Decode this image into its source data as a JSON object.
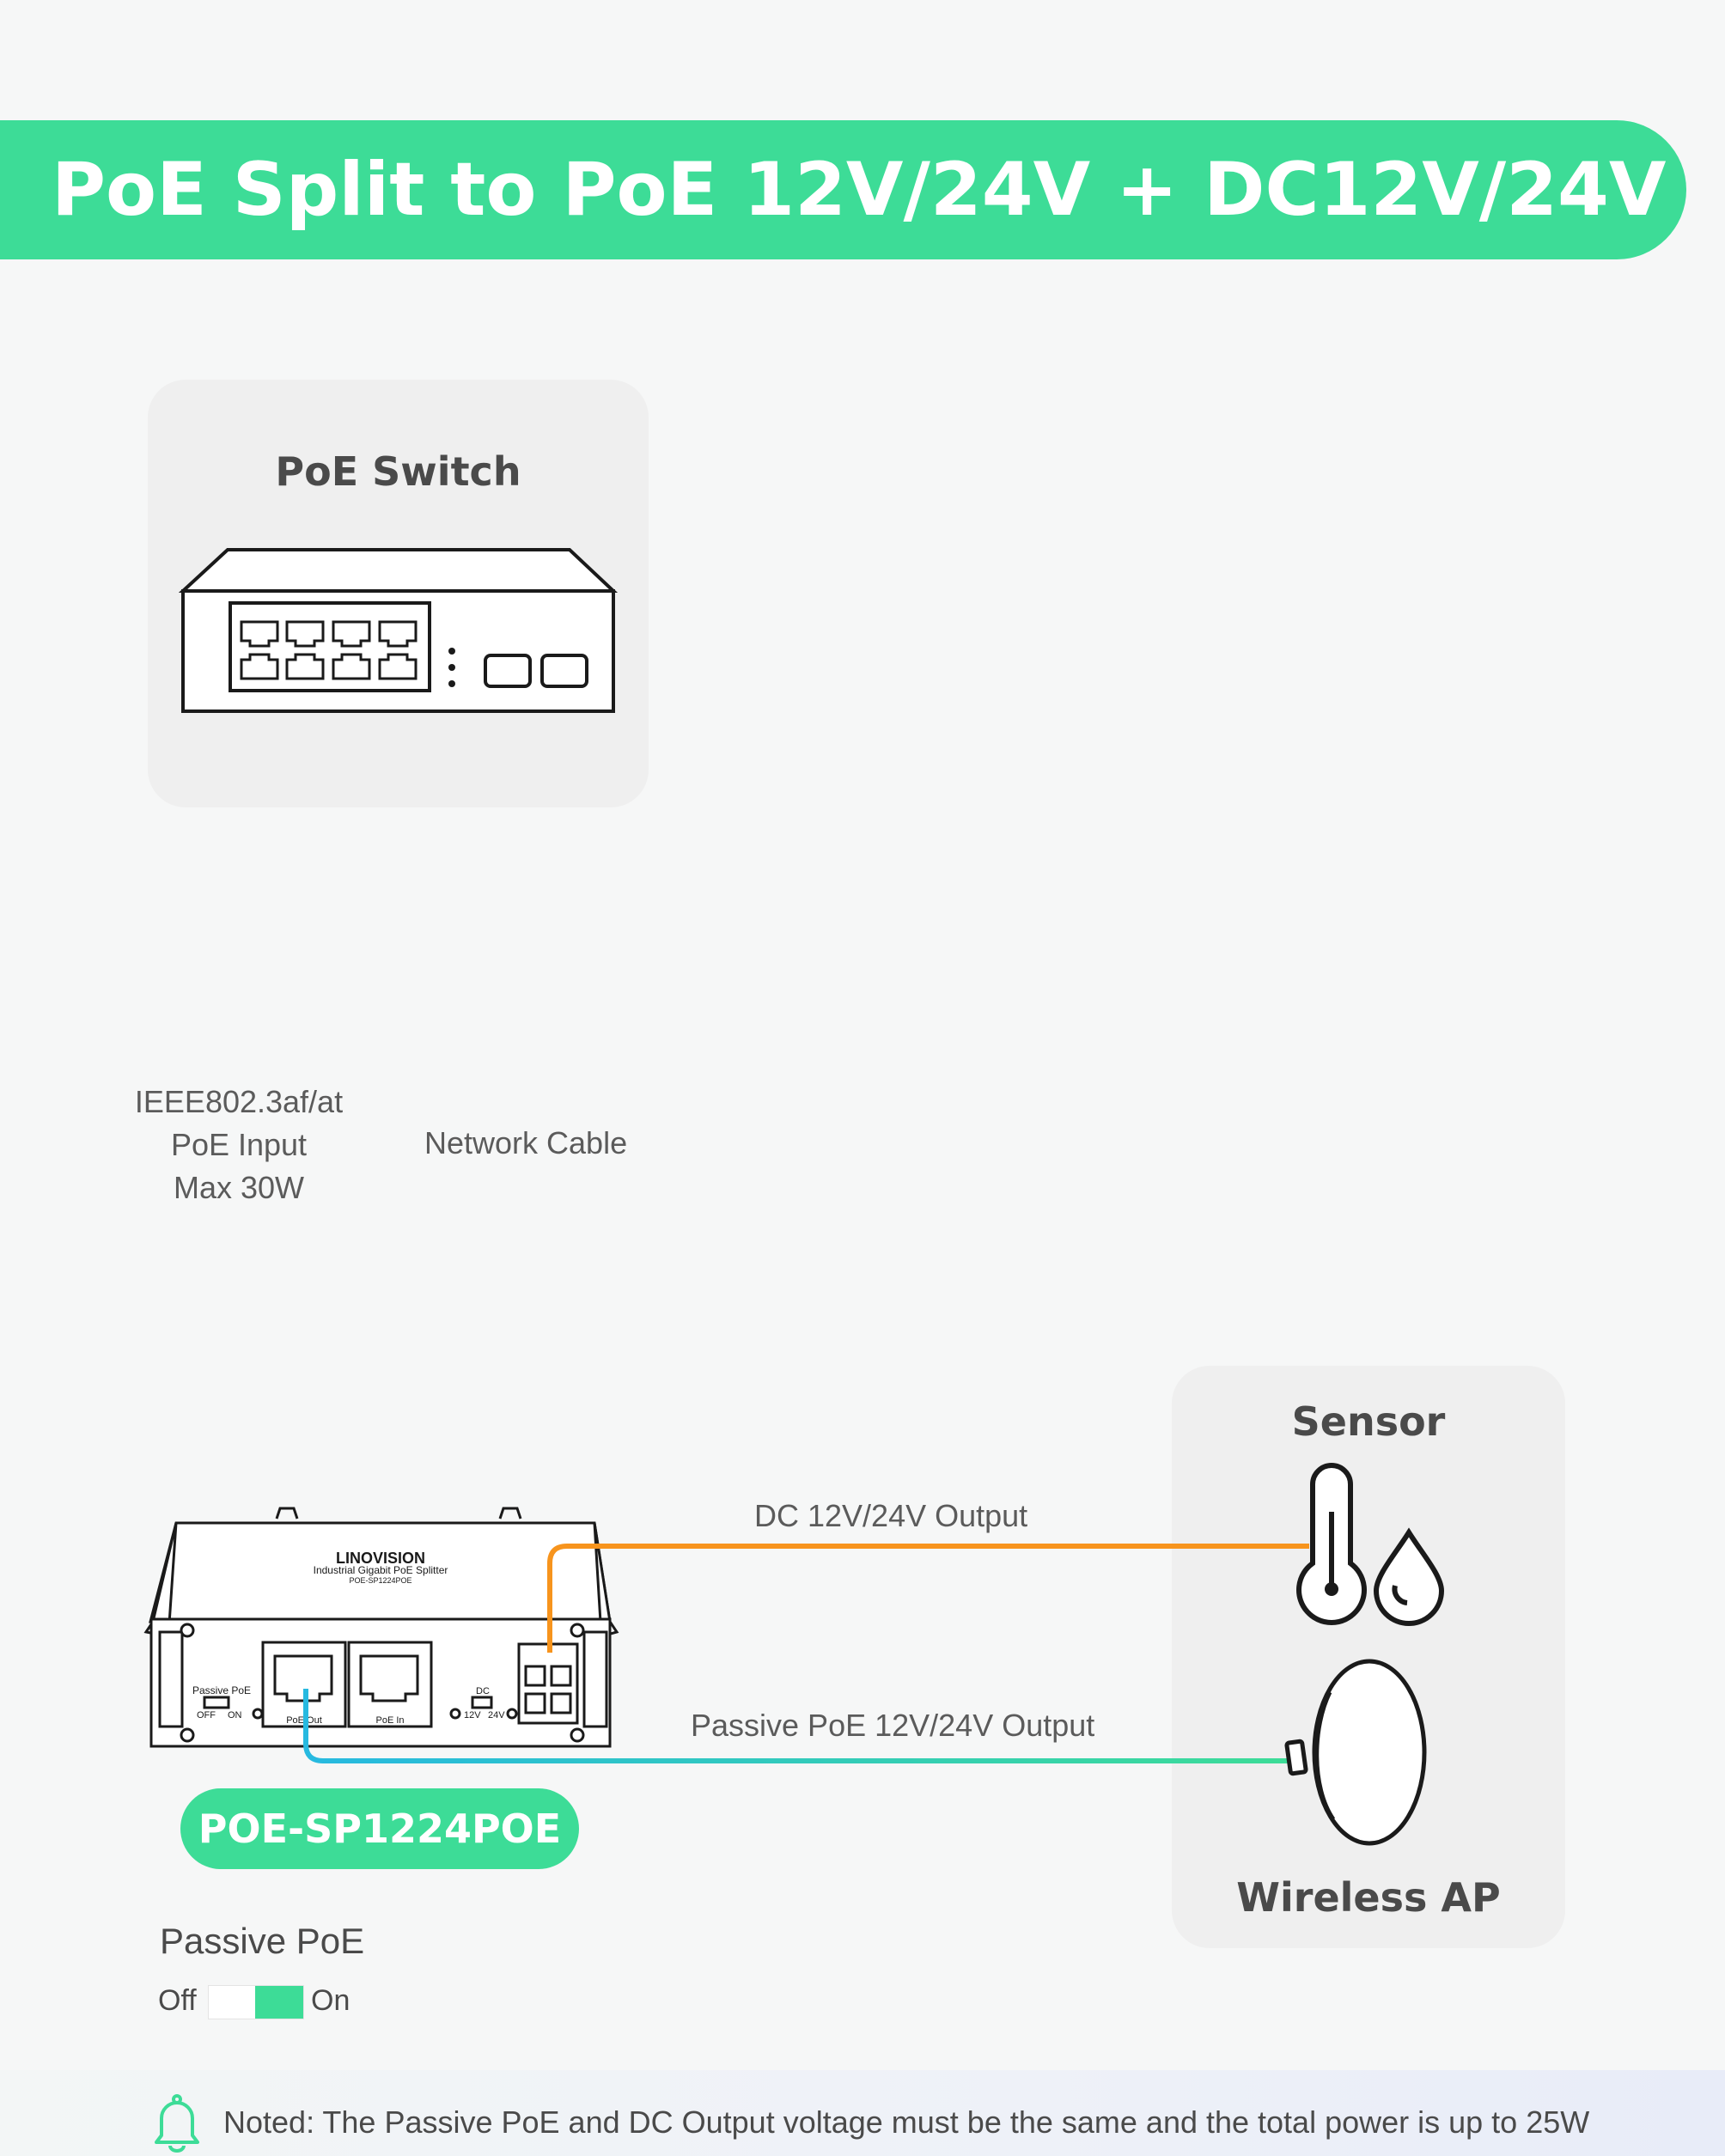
{
  "banner": {
    "title": "PoE Split to PoE 12V/24V + DC12V/24V"
  },
  "switch_card": {
    "title": "PoE Switch"
  },
  "cable": {
    "input_lines": [
      "IEEE802.3af/at",
      "PoE Input",
      "Max 30W"
    ],
    "cable_label": "Network Cable"
  },
  "device_card": {
    "sensor_title": "Sensor",
    "ap_title": "Wireless AP"
  },
  "outputs": {
    "dc_label": "DC 12V/24V Output",
    "passive_label": "Passive PoE 12V/24V Output"
  },
  "splitter": {
    "brand": "LINOVISION",
    "subtitle": "Industrial Gigabit PoE Splitter",
    "model_small": "POE-SP1224POE",
    "passive_poe_small": "Passive PoE",
    "off_small": "OFF",
    "on_small": "ON",
    "port_out": "PoE Out",
    "port_in": "PoE In",
    "dc_small": "DC",
    "v12_small": "12V",
    "v24_small": "24V"
  },
  "model_pill": "POE-SP1224POE",
  "passive_poe": {
    "title": "Passive PoE",
    "off_label": "Off",
    "on_label": "On",
    "state": "on"
  },
  "note": {
    "text": "Noted: The Passive PoE and DC Output voltage must be the same and the total power is up to 25W"
  },
  "colors": {
    "accent": "#3ddc97",
    "cable_blue": "#27b9e0",
    "dc_orange": "#f7941d",
    "card_bg": "#efefef",
    "text": "#4a4a4a"
  },
  "icons": [
    "switch-icon",
    "splitter-icon",
    "thermometer-icon",
    "water-drop-icon",
    "wireless-ap-icon",
    "bell-icon"
  ]
}
